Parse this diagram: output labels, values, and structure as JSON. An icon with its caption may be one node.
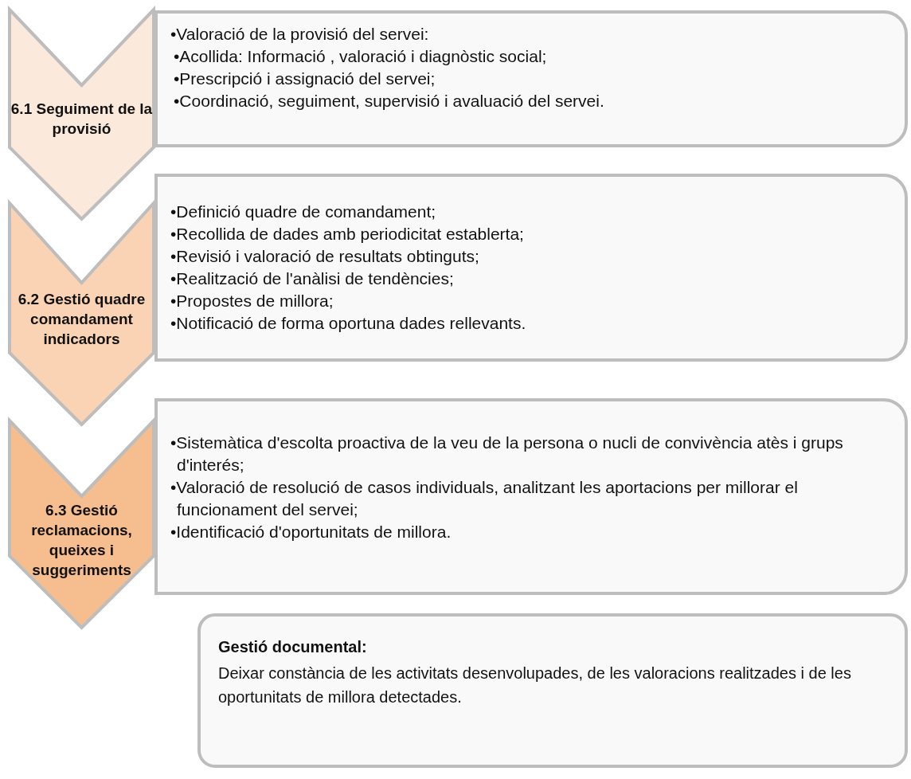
{
  "diagram": {
    "nodes": [
      {
        "text": [
          "6.1 Seguiment de la provisió"
        ]
      },
      {
        "text": [
          "•Valoració de la provisió del servei:",
          "•Acollida: Informació , valoració i diagnòstic social;",
          "•Prescripció i assignació del servei;",
          "•Coordinació, seguiment, supervisió i avaluació del servei."
        ]
      },
      {
        "text": [
          "6.2 Gestió quadre comandament indicadors"
        ]
      },
      {
        "text": [
          "•Definició quadre de comandament;",
          "•Recollida de dades amb periodicitat establerta;",
          "•Revisió i valoració de resultats obtinguts;",
          "•Realització de l'anàlisi de tendències;",
          "•Propostes de millora;",
          "•Notificació de forma oportuna dades rellevants."
        ]
      },
      {
        "text": [
          "6.3 Gestió reclamacions, queixes i suggeriments"
        ]
      },
      {
        "text": [
          "•Sistemàtica d'escolta proactiva de la veu de la persona o nucli de convivència atès i grups d'interés;",
          "•Valoració de resolució de casos individuals, analitzant les aportacions per millorar el funcionament del servei;",
          "•Identificació d'oportunitats de millora."
        ]
      },
      {
        "text": [
          "Gestió documental:",
          "Deixar constància de les activitats desenvolupades, de les valoracions realitzades i de les oportunitats de millora detectades."
        ]
      }
    ]
  }
}
